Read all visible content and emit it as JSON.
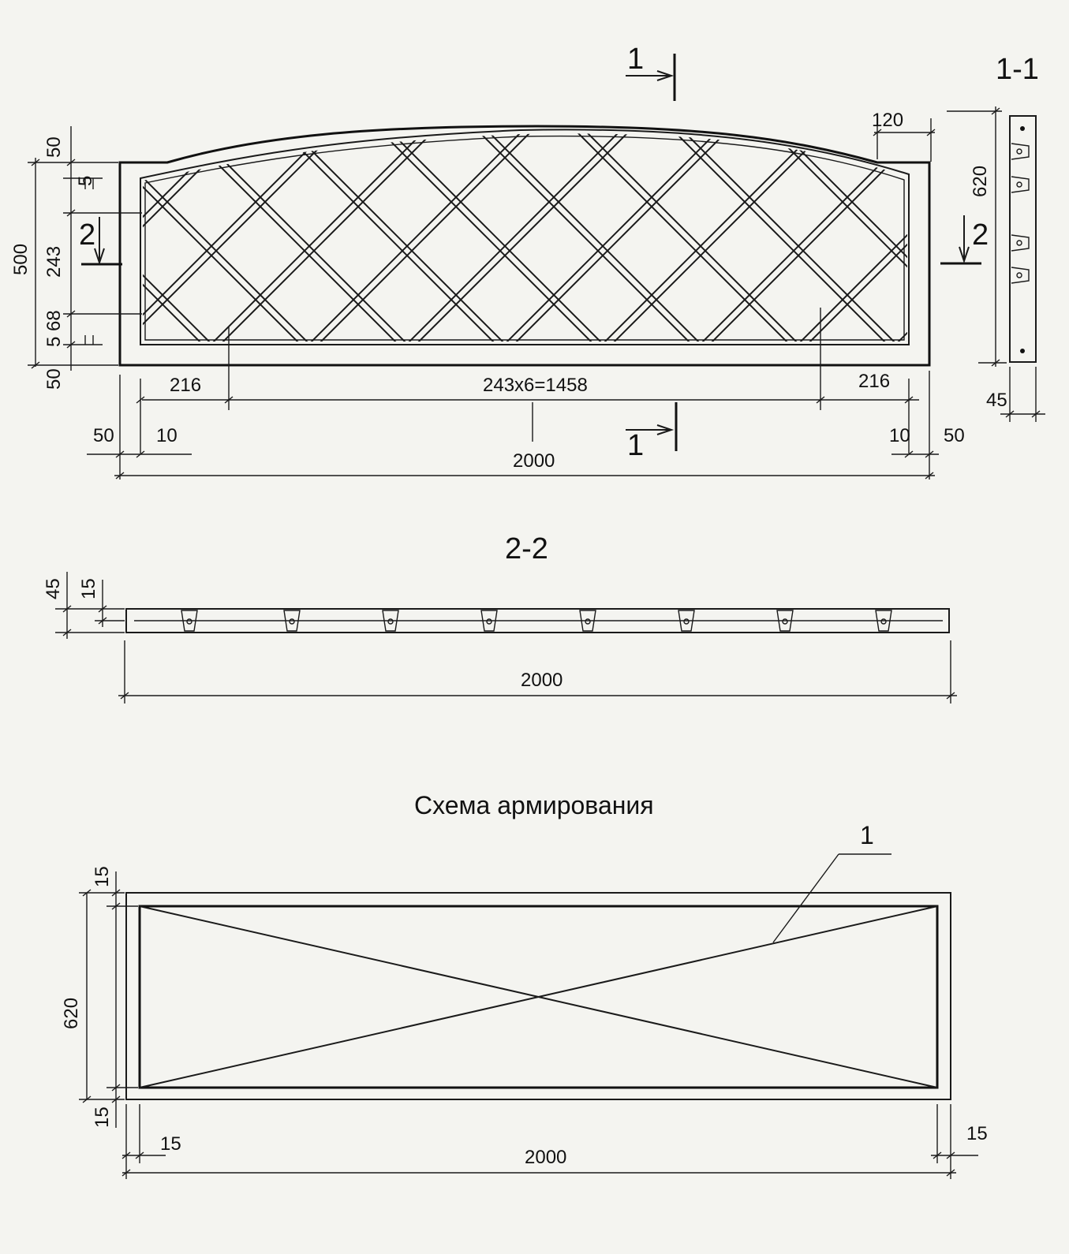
{
  "section_1_label": "1-1",
  "section_2_label": "2-2",
  "cut_marker": "1",
  "view_marker": "2",
  "reinforcement_title": "Схема армирования",
  "callout_1": "1",
  "dims": {
    "d50": "50",
    "d5": "5",
    "d243": "243",
    "d500": "500",
    "d68": "68",
    "d216": "216",
    "d1458": "243x6=1458",
    "d10": "10",
    "d2000": "2000",
    "d120": "120",
    "d620": "620",
    "d45": "45",
    "d15": "15"
  }
}
